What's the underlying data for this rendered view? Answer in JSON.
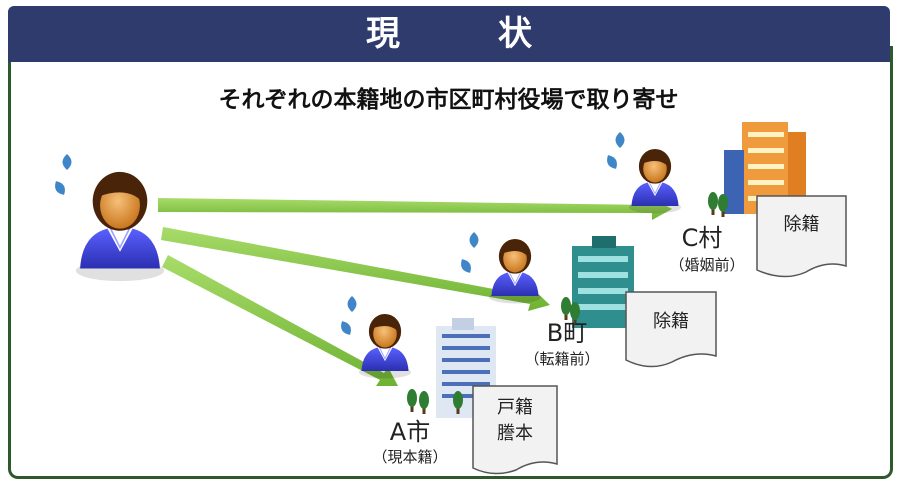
{
  "header": {
    "title": "現　状"
  },
  "subtitle": "それぞれの本籍地の市区町村役場で取り寄せ",
  "offices": [
    {
      "place": "A市",
      "note": "（現本籍）",
      "document": [
        "戸籍",
        "謄本"
      ]
    },
    {
      "place": "B町",
      "note": "（転籍前）",
      "document": [
        "除籍"
      ]
    },
    {
      "place": "C村",
      "note": "（婚姻前）",
      "document": [
        "除籍"
      ]
    }
  ],
  "colors": {
    "banner": "#2f3a6d",
    "frame": "#2e5a2b",
    "arrow": "#7fc241",
    "person_suit": "#3a3fd0"
  },
  "icons": [
    "person-icon",
    "sweat-drop-icon",
    "building-icon",
    "document-icon",
    "tree-icon"
  ]
}
